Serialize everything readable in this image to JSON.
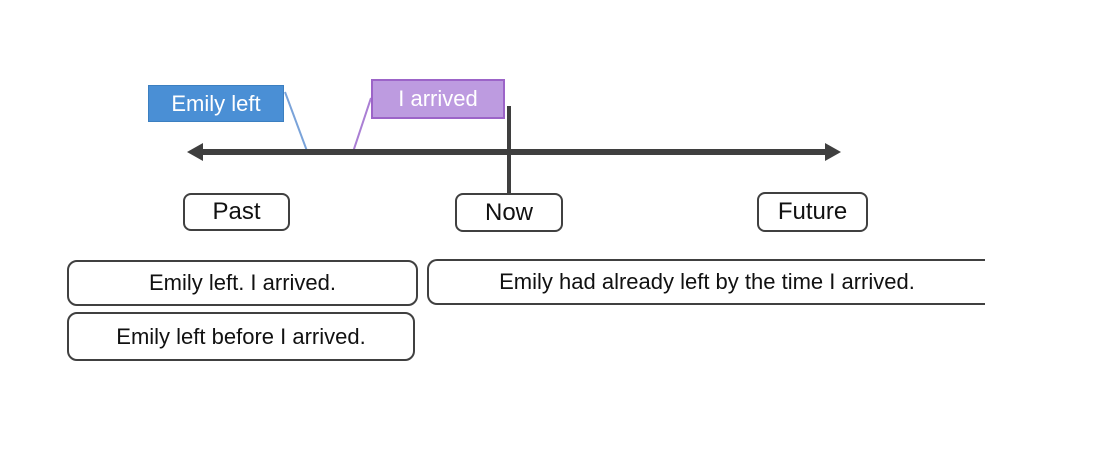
{
  "diagram": {
    "event_labels": [
      {
        "id": "emily-left",
        "label": "Emily left",
        "fill": "#4a8fd5",
        "border": "#3c7fc0",
        "text_color": "#ffffff"
      },
      {
        "id": "i-arrived",
        "label": "I arrived",
        "fill": "#bd9be0",
        "border": "#9c64c8",
        "text_color": "#ffffff"
      }
    ],
    "timeline": {
      "color": "#3f3f3f",
      "labels": {
        "past": "Past",
        "now": "Now",
        "future": "Future"
      }
    },
    "connectors": [
      {
        "for": "emily-left",
        "color": "#7aa3d9"
      },
      {
        "for": "i-arrived",
        "color": "#aa7fd4"
      }
    ],
    "sentences": [
      "Emily left. I arrived.",
      "Emily had already left by the time I arrived.",
      "Emily left before I arrived."
    ]
  }
}
